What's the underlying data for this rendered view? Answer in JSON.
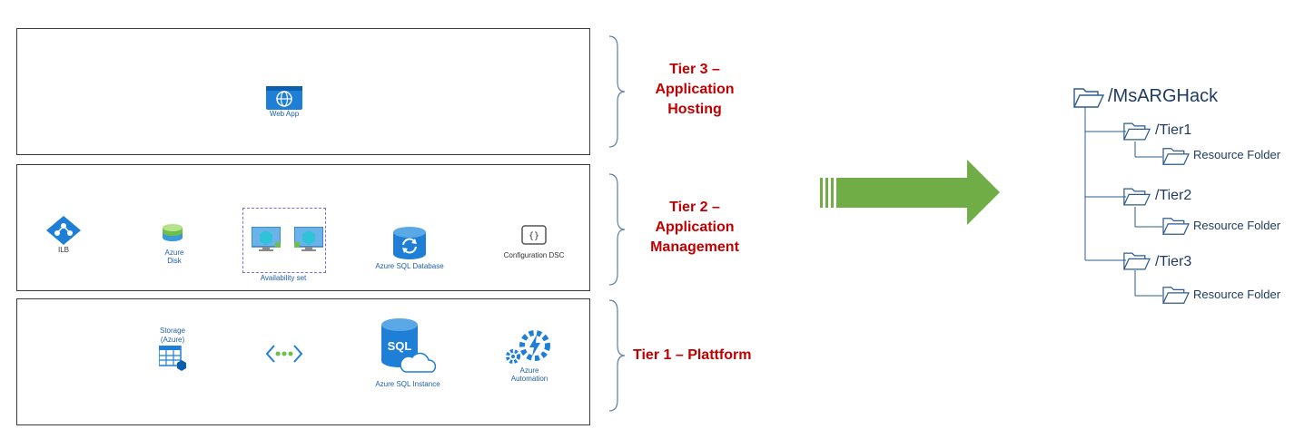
{
  "tiers": {
    "tier3": {
      "label_line1": "Tier 3 –",
      "label_line2": "Application",
      "label_line3": "Hosting",
      "icons": {
        "web_app": "Web App"
      }
    },
    "tier2": {
      "label_line1": "Tier 2 –",
      "label_line2": "Application",
      "label_line3": "Management",
      "icons": {
        "ilb": "ILB",
        "azure_disk_line1": "Azure",
        "azure_disk_line2": "Disk",
        "availability_set": "Availability set",
        "sql_database": "Azure SQL Database",
        "config_dsc": "Configuration DSC"
      }
    },
    "tier1": {
      "label": "Tier 1 – Plattform",
      "icons": {
        "storage_line1": "Storage",
        "storage_line2": "(Azure)",
        "sql_instance": "Azure SQL Instance",
        "sql_text": "SQL",
        "automation_line1": "Azure",
        "automation_line2": "Automation"
      }
    }
  },
  "tree": {
    "root": "/MsARGHack",
    "nodes": [
      {
        "name": "/Tier1",
        "child": "Resource Folder"
      },
      {
        "name": "/Tier2",
        "child": "Resource Folder"
      },
      {
        "name": "/Tier3",
        "child": "Resource Folder"
      }
    ]
  },
  "colors": {
    "tier_label": "#c00000",
    "arrow": "#70ad47",
    "azure_blue": "#0078d4",
    "folder_stroke": "#2e5b8c"
  }
}
